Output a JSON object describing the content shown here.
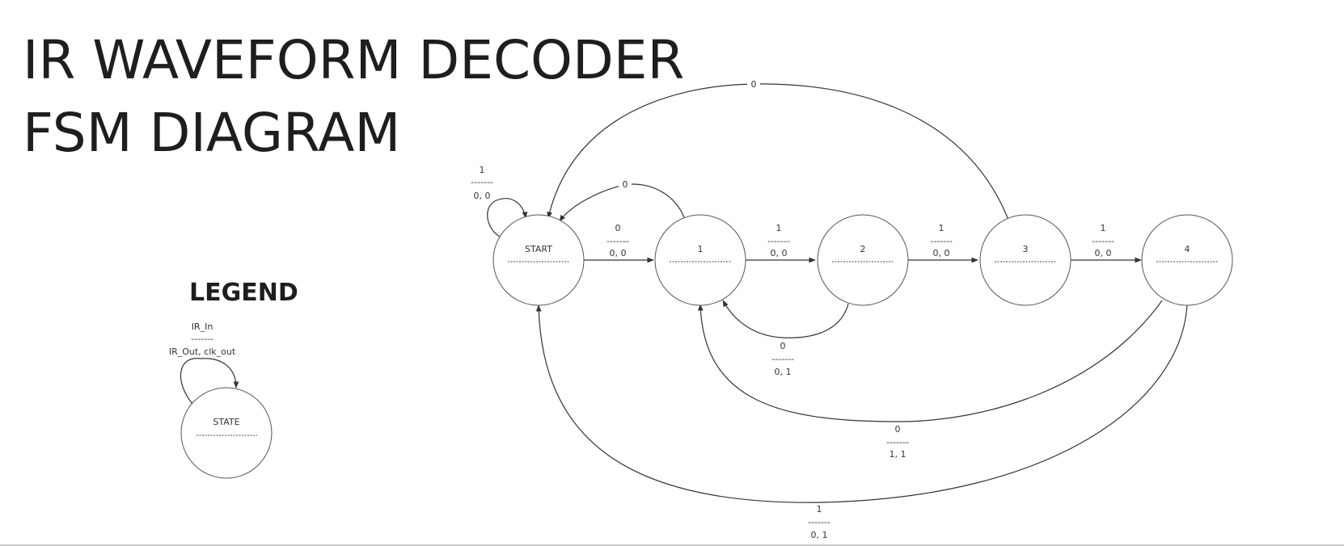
{
  "title": {
    "line1": "IR WAVEFORM DECODER",
    "line2": "FSM DIAGRAM"
  },
  "legend": {
    "heading": "LEGEND",
    "input_label": "IR_In",
    "separator": "-------",
    "output_label": "IR_Out, clk_out",
    "state_label": "STATE"
  },
  "states": [
    {
      "id": "start",
      "label": "START"
    },
    {
      "id": "s1",
      "label": "1"
    },
    {
      "id": "s2",
      "label": "2"
    },
    {
      "id": "s3",
      "label": "3"
    },
    {
      "id": "s4",
      "label": "4"
    }
  ],
  "transitions": [
    {
      "id": "start-self",
      "from": "START",
      "to": "START",
      "input": "1",
      "separator": "-------",
      "output": "0, 0"
    },
    {
      "id": "start-to-1",
      "from": "START",
      "to": "1",
      "input": "0",
      "separator": "-------",
      "output": "0, 0"
    },
    {
      "id": "1-to-start",
      "from": "1",
      "to": "START",
      "input": "0",
      "separator": "",
      "output": ""
    },
    {
      "id": "1-to-2",
      "from": "1",
      "to": "2",
      "input": "1",
      "separator": "-------",
      "output": "0, 0"
    },
    {
      "id": "2-to-1",
      "from": "2",
      "to": "1",
      "input": "0",
      "separator": "-------",
      "output": "0, 1"
    },
    {
      "id": "2-to-3",
      "from": "2",
      "to": "3",
      "input": "1",
      "separator": "-------",
      "output": "0, 0"
    },
    {
      "id": "3-to-start",
      "from": "3",
      "to": "START",
      "input": "0",
      "separator": "",
      "output": ""
    },
    {
      "id": "3-to-4",
      "from": "3",
      "to": "4",
      "input": "1",
      "separator": "-------",
      "output": "0, 0"
    },
    {
      "id": "4-to-1",
      "from": "4",
      "to": "1",
      "input": "0",
      "separator": "-------",
      "output": "1, 1"
    },
    {
      "id": "4-to-start",
      "from": "4",
      "to": "START",
      "input": "1",
      "separator": "-------",
      "output": "0, 1"
    }
  ]
}
